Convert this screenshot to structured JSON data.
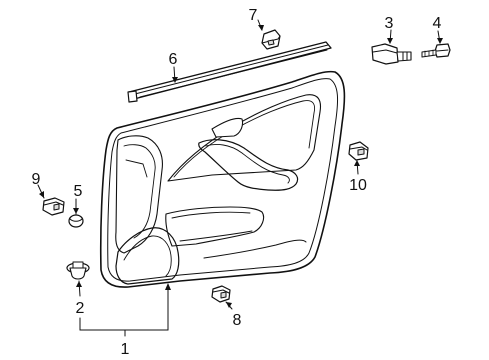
{
  "callouts": {
    "c1": "1",
    "c2": "2",
    "c3": "3",
    "c4": "4",
    "c5": "5",
    "c6": "6",
    "c7": "7",
    "c8": "8",
    "c9": "9",
    "c10": "10"
  },
  "colors": {
    "stroke": "#111111",
    "background": "#ffffff",
    "shade": "#dcdcdc"
  },
  "icons": {
    "panel": "door-trim-panel-drawing",
    "weatherstrip": "belt-weatherstrip-drawing",
    "clips": "trim-clip-drawing",
    "screw": "screw-drawing"
  }
}
